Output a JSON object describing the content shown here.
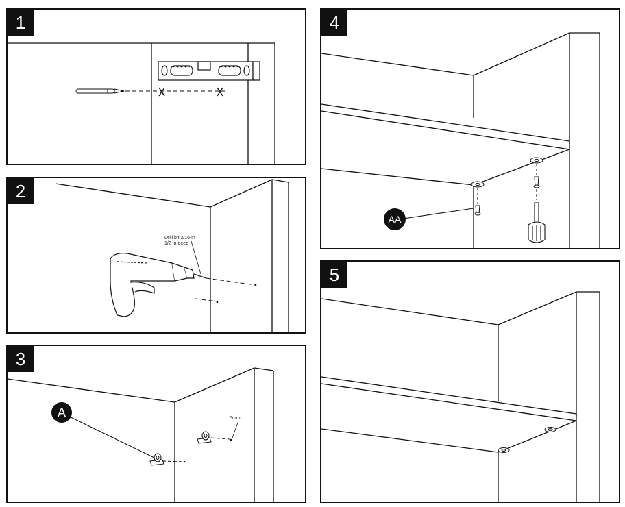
{
  "steps": [
    {
      "number": "1"
    },
    {
      "number": "2",
      "drill_label_line1": "Drill bit 3/16-in",
      "drill_label_line2": "1/2-in deep"
    },
    {
      "number": "3",
      "callout": "A",
      "measure_label": "5mm"
    },
    {
      "number": "4",
      "callout": "AA"
    },
    {
      "number": "5"
    }
  ],
  "colors": {
    "stroke": "#111111",
    "badge_bg": "#111111",
    "badge_text": "#ffffff"
  },
  "icons": [
    "pencil-icon",
    "spirit-level-icon",
    "drill-icon",
    "shelf-pin-icon",
    "screwdriver-icon",
    "screw-icon"
  ]
}
